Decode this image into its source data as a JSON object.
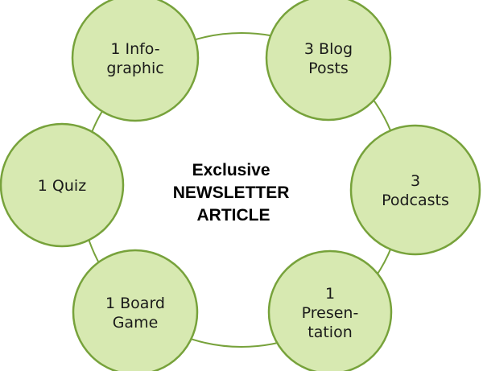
{
  "colors": {
    "fill": "#d7e9b1",
    "stroke": "#77a23b",
    "ring": "#77a23b"
  },
  "center": {
    "lines": [
      "Exclusive",
      "NEWSLETTER",
      "ARTICLE"
    ]
  },
  "nodes": [
    {
      "id": "infographic",
      "lines": [
        "1 Info-",
        "graphic"
      ]
    },
    {
      "id": "blog-posts",
      "lines": [
        "3 Blog",
        "Posts"
      ]
    },
    {
      "id": "podcasts",
      "lines": [
        "3",
        "Podcasts"
      ]
    },
    {
      "id": "presentation",
      "lines": [
        "1",
        "Presen-",
        "tation"
      ]
    },
    {
      "id": "board-game",
      "lines": [
        "1 Board",
        "Game"
      ]
    },
    {
      "id": "quiz",
      "lines": [
        "1 Quiz"
      ]
    }
  ]
}
